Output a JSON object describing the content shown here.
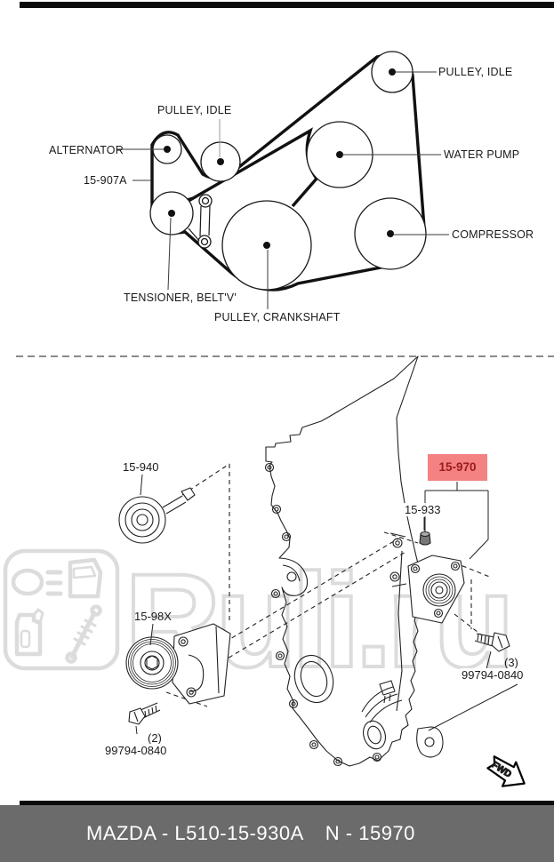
{
  "watermark": {
    "text": "Ruli.ru"
  },
  "belt_diagram": {
    "labels": {
      "pulley_idle_left": "PULLEY, IDLE",
      "pulley_idle_right": "PULLEY, IDLE",
      "alternator": "ALTERNATOR",
      "belt_part": "15-907A",
      "water_pump": "WATER PUMP",
      "compressor": "COMPRESSOR",
      "tensioner": "TENSIONER, BELT'V'",
      "crankshaft": "PULLEY, CRANKSHAFT"
    }
  },
  "parts_diagram": {
    "labels": {
      "idler": "15-940",
      "tensioner_asm": "15-98X",
      "kit": "15-970",
      "plug": "15-933",
      "bolt_right": "99794-0840",
      "bolt_right_qty": "(3)",
      "bolt_left": "99794-0840",
      "bolt_left_qty": "(2)"
    },
    "highlight_bg": "#f48282",
    "highlight_text_color": "#9c1a1a",
    "fwd": "FWD"
  },
  "footer": {
    "left": "MAZDA - L510-15-930A",
    "right": "N - 15970",
    "bg": "#6b6b6b"
  }
}
